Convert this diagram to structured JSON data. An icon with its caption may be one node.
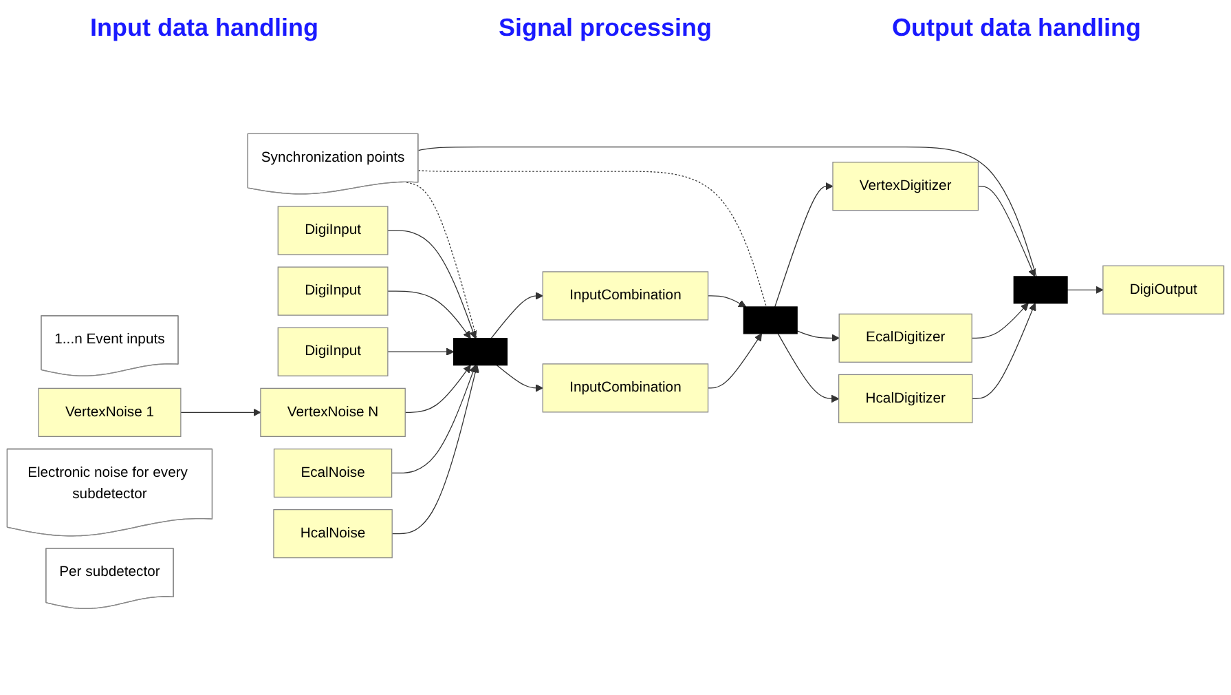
{
  "diagram": {
    "nodes": [
      {
        "text": [
          "Synchronization points"
        ]
      },
      {
        "text": [
          "DigiInput"
        ]
      },
      {
        "text": [
          "DigiInput"
        ]
      },
      {
        "text": [
          "1...n Event inputs"
        ]
      },
      {
        "text": [
          "DigiInput"
        ]
      },
      {
        "text": [
          "VertexNoise 1"
        ]
      },
      {
        "text": [
          "VertexNoise N"
        ]
      },
      {
        "text": [
          "Electronic noise for every subdetector"
        ]
      },
      {
        "text": [
          "EcalNoise"
        ]
      },
      {
        "text": [
          "HcalNoise"
        ]
      },
      {
        "text": [],
        "shape": "bar"
      },
      {
        "text": [
          "InputCombination"
        ]
      },
      {
        "text": [
          "Per subdetector"
        ]
      },
      {
        "text": [
          "InputCombination"
        ]
      },
      {
        "text": [],
        "shape": "bar"
      },
      {
        "text": [
          "VertexDigitizer"
        ]
      },
      {
        "text": [
          "EcalDigitizer"
        ]
      },
      {
        "text": [
          "HcalDigitizer"
        ]
      },
      {
        "text": [],
        "shape": "bar"
      },
      {
        "text": [
          "DigiOutput"
        ]
      }
    ],
    "edges": [
      {
        "from": 0,
        "to": 10,
        "arrow": "none",
        "style": "dashed"
      },
      {
        "from": 0,
        "to": 14,
        "arrow": "none",
        "style": "dashed"
      },
      {
        "from": 0,
        "to": 18,
        "arrow": "none"
      },
      {
        "from": 1,
        "to": 10,
        "arrow": "to"
      },
      {
        "from": 2,
        "to": 10,
        "arrow": "to"
      },
      {
        "from": 4,
        "to": 10,
        "arrow": "to"
      },
      {
        "from": 5,
        "to": 6,
        "arrow": "to"
      },
      {
        "from": 6,
        "to": 10,
        "arrow": "to"
      },
      {
        "from": 8,
        "to": 10,
        "arrow": "to"
      },
      {
        "from": 9,
        "to": 10,
        "arrow": "to"
      },
      {
        "from": 10,
        "to": 11,
        "arrow": "to"
      },
      {
        "from": 10,
        "to": 13,
        "arrow": "to"
      },
      {
        "from": 11,
        "to": 14,
        "arrow": "to"
      },
      {
        "from": 13,
        "to": 14,
        "arrow": "to"
      },
      {
        "from": 14,
        "to": 15,
        "arrow": "to"
      },
      {
        "from": 14,
        "to": 16,
        "arrow": "to"
      },
      {
        "from": 14,
        "to": 17,
        "arrow": "to"
      },
      {
        "from": 15,
        "to": 18,
        "arrow": "to"
      },
      {
        "from": 16,
        "to": 18,
        "arrow": "to"
      },
      {
        "from": 17,
        "to": 18,
        "arrow": "to"
      },
      {
        "from": 18,
        "to": 19,
        "arrow": "to"
      }
    ],
    "labels": [
      "Input data handling",
      "Signal processing",
      "Output data handling"
    ]
  }
}
